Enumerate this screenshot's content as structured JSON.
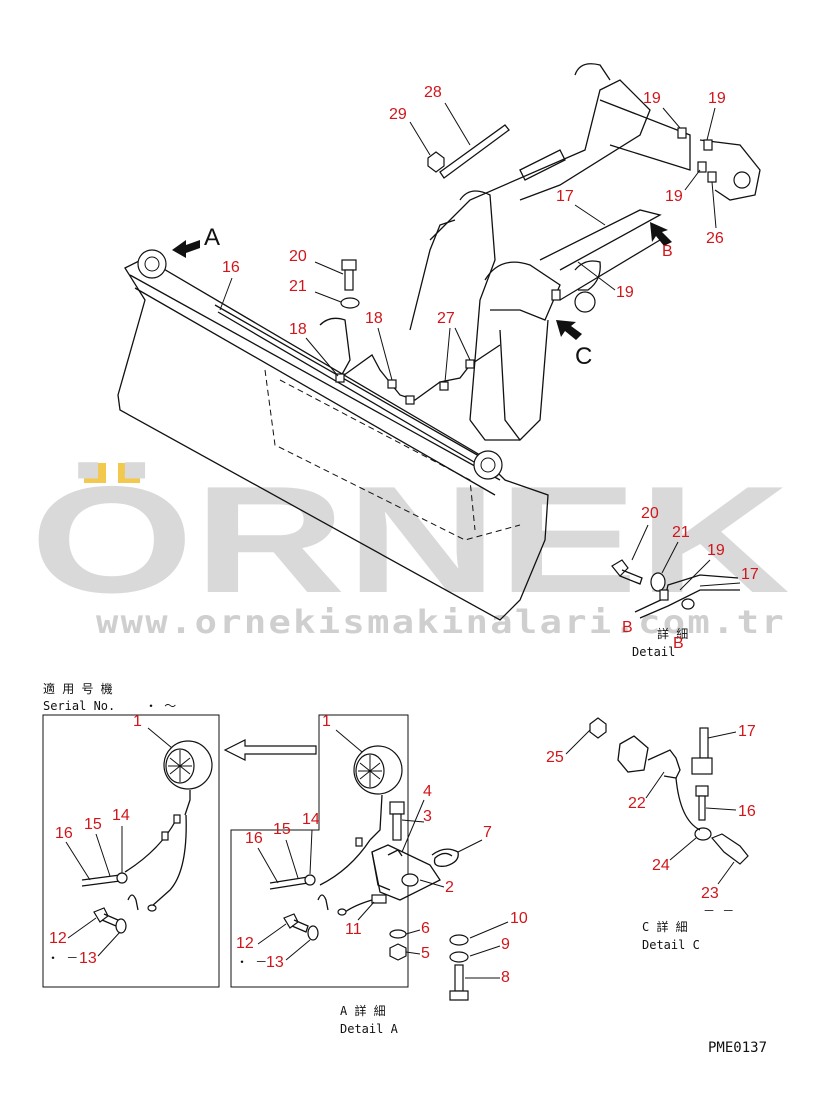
{
  "watermark": {
    "brand": "ÖRNEK",
    "url": "www.ornekismakinalari.com.tr",
    "accent_color": "#f2c94c",
    "text_color": "#d9d9d9"
  },
  "main_view": {
    "arrow_labels": [
      "A",
      "B",
      "C"
    ],
    "callouts": [
      "29",
      "28",
      "19",
      "19",
      "17",
      "19",
      "26",
      "20",
      "21",
      "16",
      "18",
      "18",
      "27",
      "19"
    ]
  },
  "detail_b": {
    "title_jp": "詳 細",
    "title_en": "Detail",
    "suffix": "B",
    "view_letter": "B",
    "callouts": [
      "20",
      "21",
      "19",
      "17"
    ]
  },
  "serial_panel": {
    "header_jp": "適 用 号 機",
    "header_en": "Serial No.",
    "header_marks": "・ 〜",
    "callouts": [
      "1",
      "16",
      "15",
      "14",
      "12",
      "13"
    ],
    "dash_mark": "・ －"
  },
  "detail_a": {
    "title_jp": "A 詳 細",
    "title_en": "Detail A",
    "callouts": [
      "1",
      "16",
      "15",
      "14",
      "12",
      "13",
      "4",
      "3",
      "7",
      "2",
      "11",
      "6",
      "5",
      "10",
      "9",
      "8"
    ],
    "dash_mark": "・ －"
  },
  "detail_c": {
    "title_jp": "C 詳 細",
    "title_en": "Detail C",
    "callouts": [
      "25",
      "17",
      "22",
      "16",
      "24",
      "23"
    ],
    "dash_mark": "－ －"
  },
  "drawing_code": "PME0137",
  "colors": {
    "callout": "#d0161b",
    "line": "#111111"
  }
}
